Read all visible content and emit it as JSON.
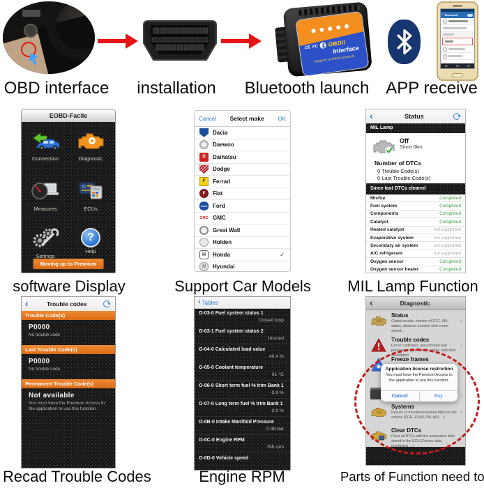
{
  "colors": {
    "accent_orange": "#e8761f",
    "ios_blue": "#2f7bd9",
    "completed_green": "#3f9e44",
    "not_supported_gray": "#a8a8a8",
    "annotation_red": "#c41a1a",
    "bluetooth_navy": "#17356e"
  },
  "glyphs": {
    "back": "‹",
    "chev": "›",
    "check": "✓",
    "question": "?"
  },
  "top": {
    "captions": [
      "OBD interface",
      "installation",
      "Bluetooth launch",
      "APP receive"
    ],
    "elm": {
      "ce": "CE",
      "fcc": "FC",
      "brand": "OBDII",
      "brand2": "Interface",
      "protocols": "Supports all OBDII protocols"
    },
    "phone": {
      "header": "Bluetooth"
    }
  },
  "eobd": {
    "title": "EOBD-Facile",
    "items": [
      {
        "label": "Connection"
      },
      {
        "label": "Diagnostic"
      },
      {
        "label": "Measures"
      },
      {
        "label": "ECUs"
      },
      {
        "label": "Settings"
      },
      {
        "label": "Help"
      }
    ],
    "premium_button": "Moving up to Premium",
    "caption": "software Display"
  },
  "select_make": {
    "cancel": "Cancel",
    "title": "Select make",
    "ok": "OK",
    "caption": "Support Car Models",
    "makes": [
      {
        "name": "Dacia",
        "logo": "",
        "logo_class": "logo-dacia",
        "selected": false
      },
      {
        "name": "Daewoo",
        "logo": "",
        "logo_class": "logo-daewoo",
        "selected": false
      },
      {
        "name": "Daihatsu",
        "logo": "D",
        "logo_class": "logo-daihatsu",
        "selected": false
      },
      {
        "name": "Dodge",
        "logo": "",
        "logo_class": "logo-dodge",
        "selected": false
      },
      {
        "name": "Ferrari",
        "logo": "F",
        "logo_class": "logo-ferrari",
        "selected": false
      },
      {
        "name": "Fiat",
        "logo": "F",
        "logo_class": "logo-fiat",
        "selected": false
      },
      {
        "name": "Ford",
        "logo": "Ford",
        "logo_class": "logo-ford",
        "selected": false
      },
      {
        "name": "GMC",
        "logo": "GMC",
        "logo_class": "logo-gmc",
        "selected": false
      },
      {
        "name": "Great Wall",
        "logo": "",
        "logo_class": "logo-greatwall",
        "selected": false
      },
      {
        "name": "Holden",
        "logo": "",
        "logo_class": "logo-holden",
        "selected": false
      },
      {
        "name": "Honda",
        "logo": "H",
        "logo_class": "logo-honda",
        "selected": true
      },
      {
        "name": "Hyundai",
        "logo": "H",
        "logo_class": "logo-hyundai",
        "selected": false
      }
    ]
  },
  "status": {
    "title": "Status",
    "caption": "MIL Lamp Function",
    "mil_section": "MIL Lamp",
    "mil_state": "Off",
    "mil_sub": "Since 0km",
    "dtc_heading": "Number of DTCs",
    "dtc_line1": "0 Trouble Code(s)",
    "dtc_line2": "0 Last Trouble Code(s)",
    "cleared_section": "Since last DTCs cleared",
    "monitors": [
      {
        "name": "Misfire",
        "value": "Completed",
        "state": "completed"
      },
      {
        "name": "Fuel system",
        "value": "Completed",
        "state": "completed"
      },
      {
        "name": "Components",
        "value": "Completed",
        "state": "completed"
      },
      {
        "name": "Catalyst",
        "value": "Completed",
        "state": "completed"
      },
      {
        "name": "Heated catalyst",
        "value": "not supported",
        "state": "unsupported"
      },
      {
        "name": "Evaporative system",
        "value": "not supported",
        "state": "unsupported"
      },
      {
        "name": "Secondary air system",
        "value": "not supported",
        "state": "unsupported"
      },
      {
        "name": "A/C refrigerant",
        "value": "not supported",
        "state": "unsupported"
      },
      {
        "name": "Oxygen sensor",
        "value": "Completed",
        "state": "completed"
      },
      {
        "name": "Oxygen sensor heater",
        "value": "Completed",
        "state": "completed"
      }
    ]
  },
  "trouble": {
    "title": "Trouble codes",
    "caption": "Recad Trouble Codes",
    "sections": [
      {
        "header": "Trouble Code(s)",
        "code": "P0000",
        "sub": "No trouble code"
      },
      {
        "header": "Last Trouble Code(s)",
        "code": "P0000",
        "sub": "No trouble code"
      },
      {
        "header": "Permanent Trouble Code(s)",
        "code": "Not available",
        "sub": "You must have the Premium Access to the application to use this function."
      }
    ]
  },
  "tables": {
    "back_label": "Tables",
    "caption": "Engine RPM",
    "rows": [
      {
        "name": "O-03-0 Fuel system status 1",
        "value": "Closed loop"
      },
      {
        "name": "O-03-1 Fuel system status 2",
        "value": "Unused"
      },
      {
        "name": "O-04-0 Calculated load value",
        "value": "40.4 %"
      },
      {
        "name": "O-05-0 Coolant temperature",
        "value": "91 °C"
      },
      {
        "name": "O-06-0 Short term fuel % trim Bank 1",
        "value": "-3.9 %"
      },
      {
        "name": "O-07-0 Long term fuel % trim Bank 1",
        "value": "-3.9 %"
      },
      {
        "name": "O-0B-0 Intake Manifold Pressure",
        "value": "0.38 bar"
      },
      {
        "name": "O-0C-0 Engine RPM",
        "value": "755 rpm"
      },
      {
        "name": "O-0D-0 Vehicle speed",
        "value": ""
      }
    ]
  },
  "diagnostic": {
    "title": "Diagnostic",
    "caption": "Parts of Function need to Pay",
    "items": [
      {
        "title": "Status",
        "desc": "Global results: number of DTC, MIL status, distance traveled with errors stored..."
      },
      {
        "title": "Trouble codes",
        "desc": "List of confirmed, unconfirmed and permanent data trouble codes, with their description"
      },
      {
        "title": "Freeze frames",
        "desc": ""
      },
      {
        "title": "Systems",
        "desc": "Results of monitored system fitted on the vehicle (EGR, EVAP, PM, AIR, ...)"
      },
      {
        "title": "Clear DTCs",
        "desc": "Clear all DTCs with the associated data stored in the ECU (Freeze data, monitoring, ...)"
      }
    ],
    "popup": {
      "title": "Application license restriction",
      "body": "You must have the Premium Access to the application to use this function.",
      "cancel": "Cancel",
      "buy": "Buy"
    }
  }
}
